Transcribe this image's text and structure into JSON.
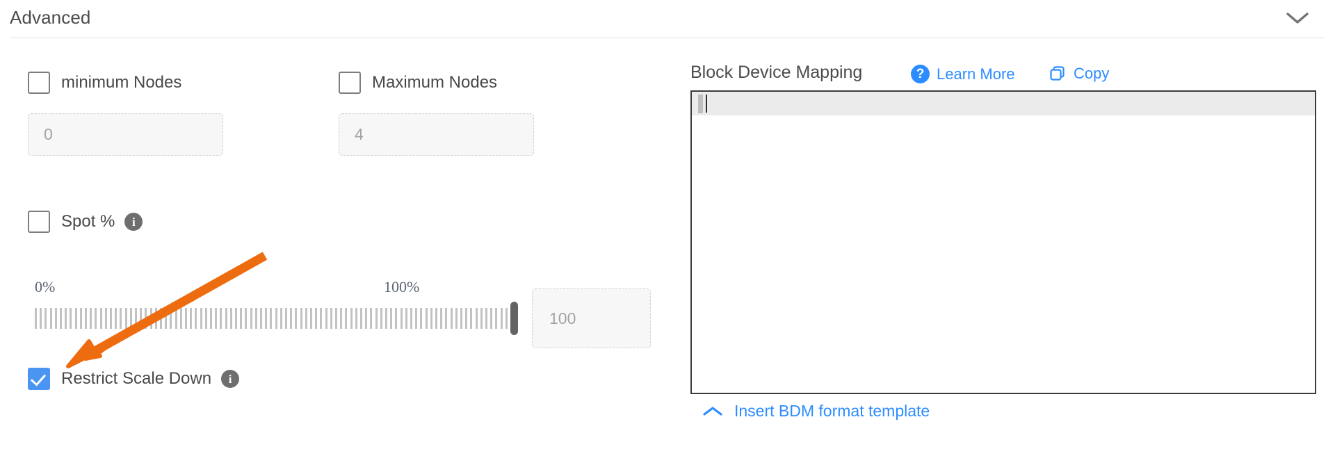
{
  "section": {
    "title": "Advanced",
    "collapse_icon": "chevron-down-icon"
  },
  "left": {
    "min_nodes": {
      "label": "minimum Nodes",
      "checked": false,
      "input_placeholder": "0"
    },
    "max_nodes": {
      "label": "Maximum Nodes",
      "checked": false,
      "input_placeholder": "4"
    },
    "spot_percent": {
      "label": "Spot %",
      "checked": false,
      "info_icon": "info-icon",
      "info_glyph": "i"
    },
    "slider": {
      "min_label": "0%",
      "max_label": "100%",
      "value": 100,
      "value_input_placeholder": "100",
      "tick_count": 96
    },
    "restrict_scale_down": {
      "label": "Restrict Scale Down",
      "checked": true,
      "info_icon": "info-icon",
      "info_glyph": "i"
    }
  },
  "right": {
    "title": "Block Device Mapping",
    "learn_more": {
      "label": "Learn More",
      "icon": "question-circle-icon",
      "icon_glyph": "?"
    },
    "copy": {
      "label": "Copy",
      "icon": "copy-icon"
    },
    "editor": {
      "value": "",
      "active_line": 1
    },
    "insert_template": {
      "label": "Insert BDM format template",
      "icon": "chevron-up-icon"
    }
  },
  "annotation": {
    "type": "arrow",
    "color": "#ee6c10",
    "points_to": "restrict-scale-down-checkbox"
  },
  "colors": {
    "accent_blue": "#2c8cff",
    "checkbox_blue": "#4a94f2",
    "annotation_orange": "#ee6c10",
    "text_gray": "#4b4b4b",
    "muted_gray": "#a3a3a3"
  }
}
